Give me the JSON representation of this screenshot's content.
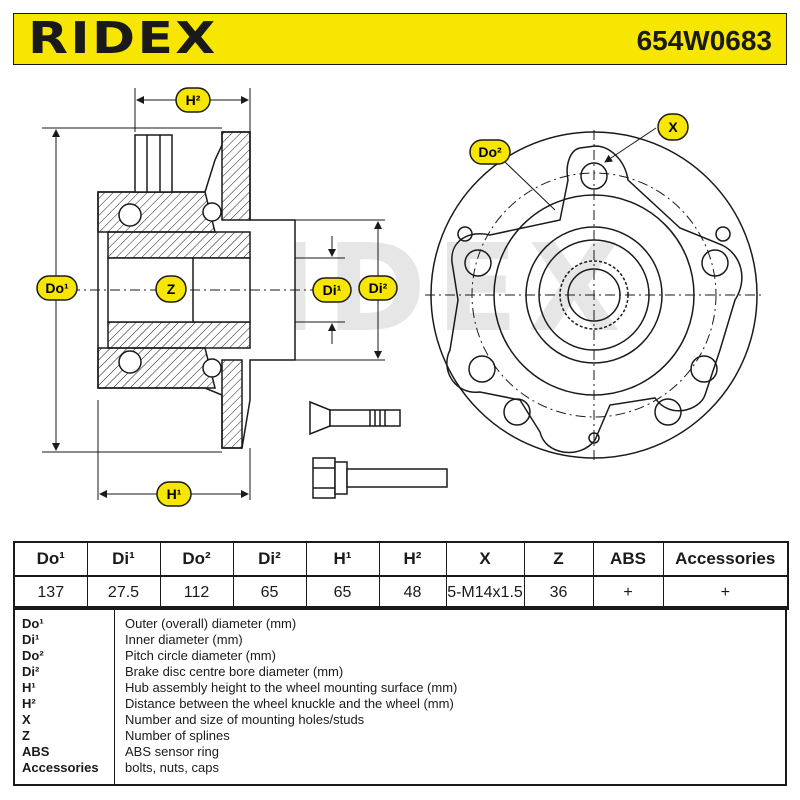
{
  "header": {
    "brand": "RIDEX",
    "part_number": "654W0683"
  },
  "drawing": {
    "watermark": "RIDEX",
    "labels": {
      "h2": "H²",
      "h1": "H¹",
      "do1": "Do¹",
      "z": "Z",
      "di1": "Di¹",
      "di2": "Di²",
      "do2": "Do²",
      "x": "X"
    }
  },
  "specs": {
    "columns": [
      "Do¹",
      "Di¹",
      "Do²",
      "Di²",
      "H¹",
      "H²",
      "X",
      "Z",
      "ABS",
      "Accessories"
    ],
    "values": [
      "137",
      "27.5",
      "112",
      "65",
      "65",
      "48",
      "5-M14x1.5",
      "36",
      "+",
      "+"
    ]
  },
  "legend": [
    {
      "key": "Do¹",
      "desc": "Outer (overall) diameter (mm)"
    },
    {
      "key": "Di¹",
      "desc": "Inner diameter (mm)"
    },
    {
      "key": "Do²",
      "desc": "Pitch circle diameter (mm)"
    },
    {
      "key": "Di²",
      "desc": "Brake disc centre bore diameter (mm)"
    },
    {
      "key": "H¹",
      "desc": "Hub assembly height to the wheel mounting surface (mm)"
    },
    {
      "key": "H²",
      "desc": "Distance between the wheel knuckle and the wheel (mm)"
    },
    {
      "key": "X",
      "desc": "Number and size of mounting holes/studs"
    },
    {
      "key": "Z",
      "desc": "Number of splines"
    },
    {
      "key": "ABS",
      "desc": "ABS sensor ring"
    },
    {
      "key": "Accessories",
      "desc": "bolts, nuts, caps"
    }
  ],
  "colors": {
    "accent": "#f7e600",
    "line": "#1a1a1a"
  }
}
